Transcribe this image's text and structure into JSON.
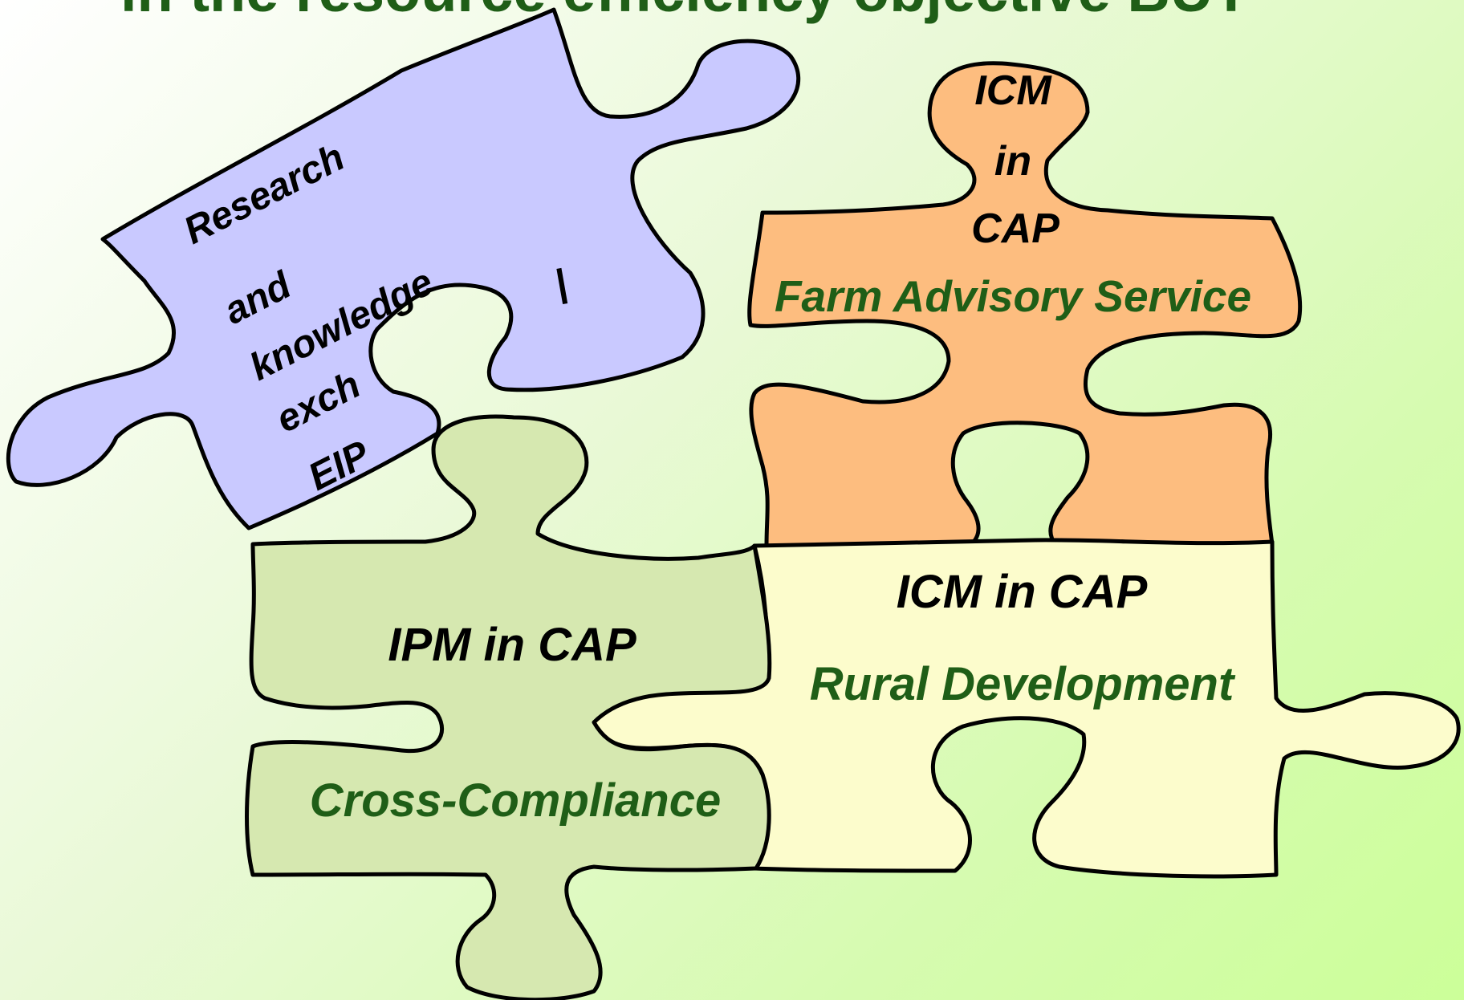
{
  "title": "in the resource efficiency objective BUT",
  "colors": {
    "research_piece": "#c9c9ff",
    "fas_piece": "#fdbd7f",
    "ipm_piece": "#d6e8b0",
    "rd_piece": "#fcfccc",
    "green_text": "#1f5e17",
    "black_text": "#000000"
  },
  "pieces": {
    "research": {
      "lines": [
        "Research",
        "and",
        "knowledge",
        "exch",
        "EIP"
      ],
      "mark": "|"
    },
    "fas": {
      "top_lines": [
        "ICM",
        "in",
        "CAP"
      ],
      "subtitle": "Farm Advisory Service"
    },
    "rd": {
      "title": "ICM in CAP",
      "subtitle": "Rural Development"
    },
    "ipm": {
      "title": "IPM in CAP",
      "subtitle": "Cross-Compliance"
    }
  }
}
